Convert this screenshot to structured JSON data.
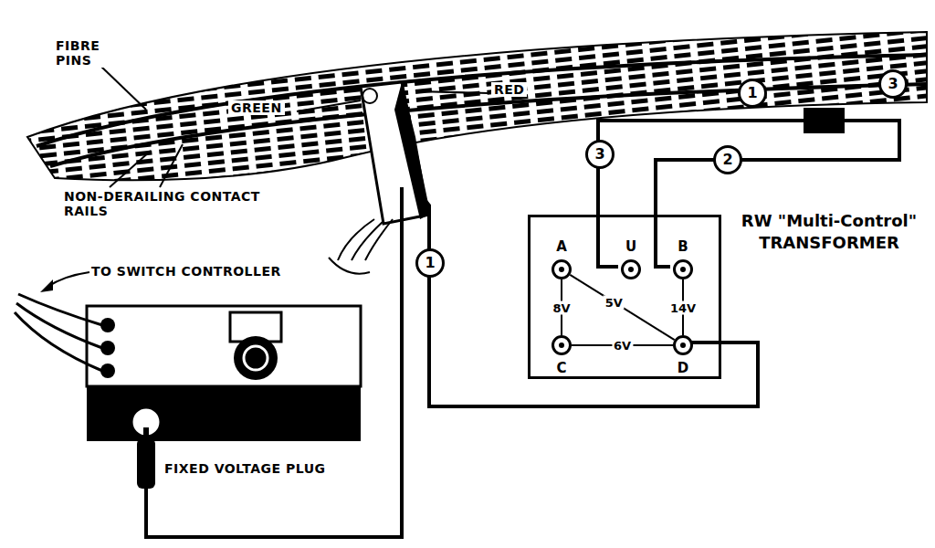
{
  "diagram": {
    "nodes": [
      {
        "text": [
          "RW \"Multi-Control\" TRANSFORMER"
        ]
      },
      {
        "text": [
          "A"
        ],
        "in": 0
      },
      {
        "text": [
          "U"
        ],
        "in": 0
      },
      {
        "text": [
          "B"
        ],
        "in": 0
      },
      {
        "text": [
          "C"
        ],
        "in": 0
      },
      {
        "text": [
          "D"
        ],
        "in": 0
      }
    ],
    "edges": [
      {
        "from": 1,
        "to": 4,
        "arrow": "none",
        "label": "8V"
      },
      {
        "from": 1,
        "to": 5,
        "arrow": "none",
        "label": "5V"
      },
      {
        "from": 3,
        "to": 5,
        "arrow": "none",
        "label": "14V"
      },
      {
        "from": 4,
        "to": 5,
        "arrow": "none",
        "label": "6V"
      }
    ],
    "labels": [
      "FIBRE PINS",
      "GREEN",
      "RED",
      "NON-DERAILING CONTACT RAILS",
      "TO SWITCH CONTROLLER",
      "FIXED VOLTAGE PLUG",
      "1",
      "3",
      "3",
      "2",
      "1"
    ]
  }
}
